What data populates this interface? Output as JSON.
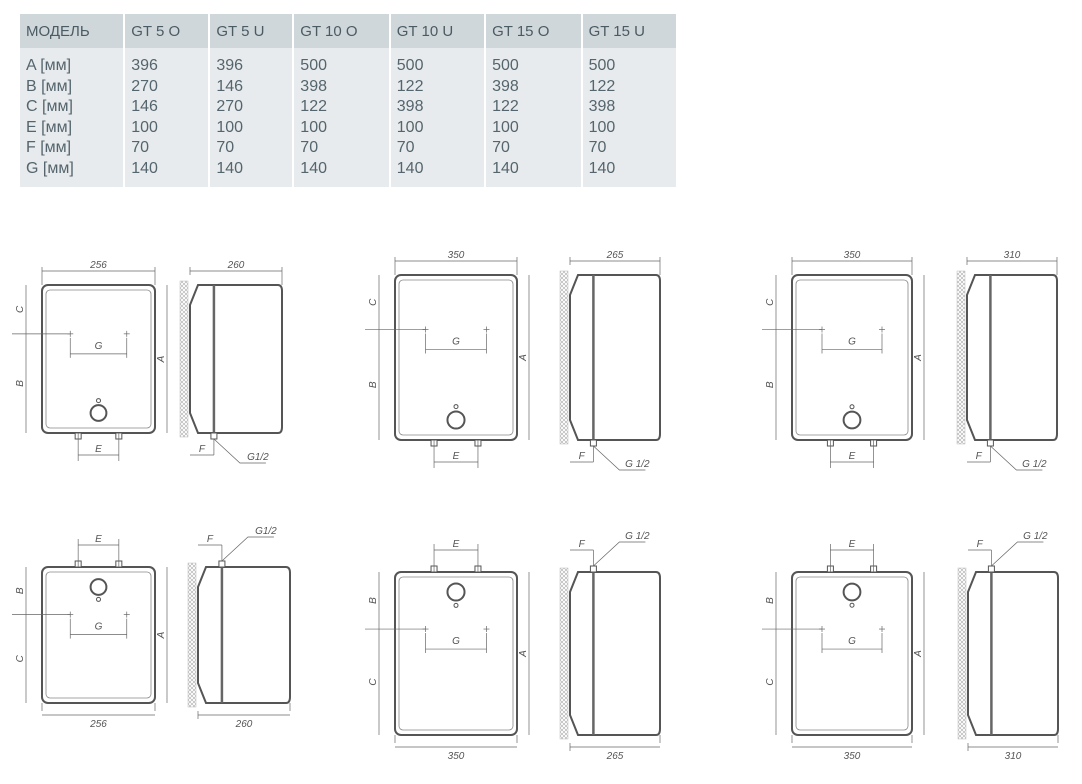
{
  "table": {
    "headers": [
      "МОДЕЛЬ",
      "GT 5 O",
      "GT 5 U",
      "GT 10 O",
      "GT 10 U",
      "GT 15 O",
      "GT 15 U"
    ],
    "rows": [
      [
        "A [мм]",
        "396",
        "396",
        "500",
        "500",
        "500",
        "500"
      ],
      [
        "B [мм]",
        "270",
        "146",
        "398",
        "122",
        "398",
        "122"
      ],
      [
        "C [мм]",
        "146",
        "270",
        "122",
        "398",
        "122",
        "398"
      ],
      [
        "E [мм]",
        "100",
        "100",
        "100",
        "100",
        "100",
        "100"
      ],
      [
        "F [мм]",
        "70",
        "70",
        "70",
        "70",
        "70",
        "70"
      ],
      [
        "G [мм]",
        "140",
        "140",
        "140",
        "140",
        "140",
        "140"
      ]
    ]
  },
  "drawings": [
    {
      "model": "GT 5 O",
      "width": "256",
      "depth": "260",
      "thread": "G1/2",
      "type": "over"
    },
    {
      "model": "GT 10 O",
      "width": "350",
      "depth": "265",
      "thread": "G 1/2",
      "type": "over"
    },
    {
      "model": "GT 15 O",
      "width": "350",
      "depth": "310",
      "thread": "G 1/2",
      "type": "over"
    },
    {
      "model": "GT 5 U",
      "width": "256",
      "depth": "260",
      "thread": "G1/2",
      "type": "under"
    },
    {
      "model": "GT 10 U",
      "width": "350",
      "depth": "265",
      "thread": "G 1/2",
      "type": "under"
    },
    {
      "model": "GT 15 U",
      "width": "350",
      "depth": "310",
      "thread": "G 1/2",
      "type": "under"
    }
  ],
  "dimension_letters": {
    "a": "A",
    "b": "B",
    "c": "C",
    "e": "E",
    "f": "F",
    "g": "G"
  }
}
